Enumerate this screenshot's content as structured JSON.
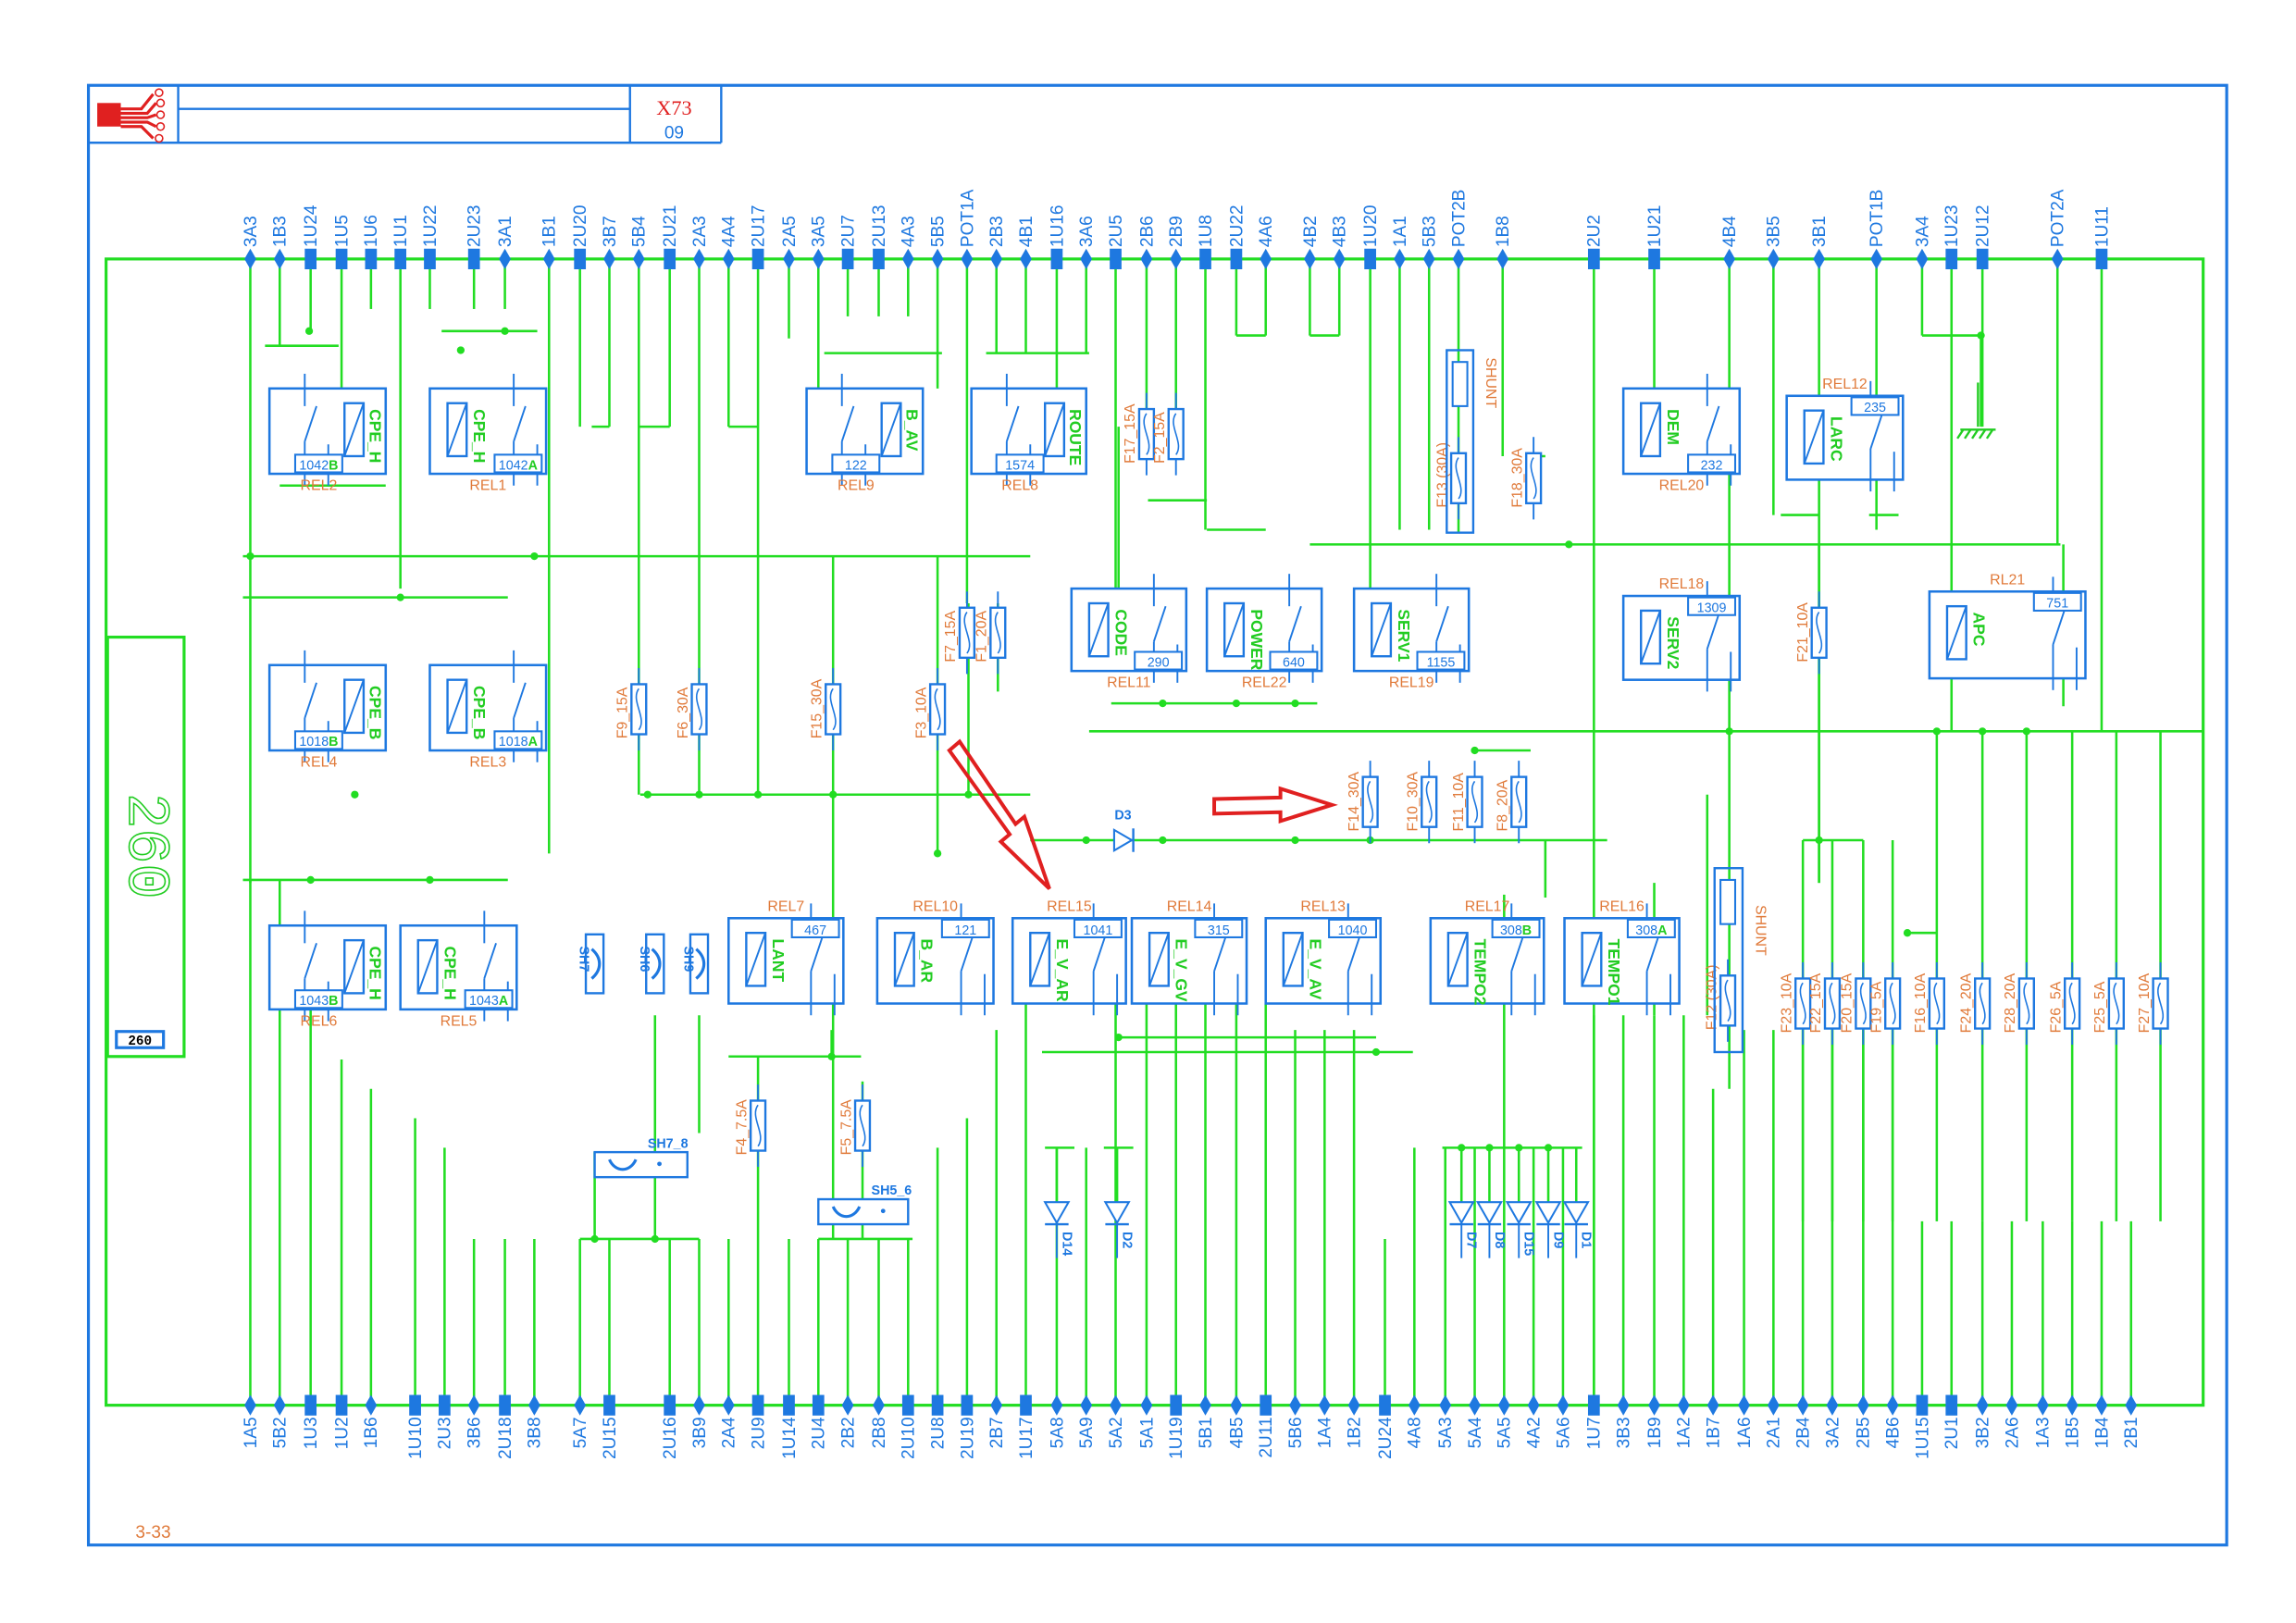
{
  "title_block": {
    "drawing_id": "X73",
    "revision": "09",
    "logo": "connector-harness-logo"
  },
  "frame": {
    "page_ref": "3-33"
  },
  "module": {
    "big_label": "260",
    "small_label": "260"
  },
  "connector_top_pins": [
    "3A3",
    "1B3",
    "1U24",
    "1U5",
    "1U6",
    "1U1",
    "1U22",
    "2U23",
    "3A1",
    "1B1",
    "2U20",
    "3B7",
    "5B4",
    "2U21",
    "2A3",
    "4A4",
    "2U17",
    "2A5",
    "3A5",
    "2U7",
    "2U13",
    "4A3",
    "5B5",
    "POT1A",
    "2B3",
    "4B1",
    "1U16",
    "3A6",
    "2U5",
    "2B6",
    "2B9",
    "1U8",
    "2U22",
    "4A6",
    "4B2",
    "4B3",
    "1U20",
    "1A1",
    "5B3",
    "POT2B",
    "1B8",
    "2U2",
    "1U21",
    "4B4",
    "3B5",
    "3B1",
    "POT1B",
    "3A4",
    "1U23",
    "2U12",
    "POT2A",
    "1U11"
  ],
  "connector_bottom_pins": [
    "1A5",
    "5B2",
    "1U3",
    "1U2",
    "1B6",
    "1U10",
    "2U3",
    "3B6",
    "2U18",
    "3B8",
    "5A7",
    "2U15",
    "2U16",
    "3B9",
    "2A4",
    "2U9",
    "1U14",
    "2U4",
    "2B2",
    "2B8",
    "2U10",
    "2U8",
    "2U19",
    "2B7",
    "1U17",
    "5A8",
    "5A9",
    "5A2",
    "5A1",
    "1U19",
    "5B1",
    "4B5",
    "2U11",
    "5B6",
    "1A4",
    "1B2",
    "2U24",
    "4A8",
    "5A3",
    "5A4",
    "5A5",
    "4A2",
    "5A6",
    "1U7",
    "3B3",
    "1B9",
    "1A2",
    "1B7",
    "1A6",
    "2A1",
    "2B4",
    "3A2",
    "2B5",
    "4B6",
    "1U15",
    "2U1",
    "3B2",
    "2A6",
    "1A3",
    "1B5",
    "1B4",
    "2B1"
  ],
  "relays": [
    {
      "name": "REL2",
      "function": "CPE_H",
      "code": "1042",
      "suffix": "B"
    },
    {
      "name": "REL1",
      "function": "CPE_H",
      "code": "1042",
      "suffix": "A"
    },
    {
      "name": "REL9",
      "function": "B_AV",
      "code": "122",
      "suffix": ""
    },
    {
      "name": "REL8",
      "function": "ROUTE",
      "code": "1574",
      "suffix": ""
    },
    {
      "name": "REL4",
      "function": "CPE_B",
      "code": "1018",
      "suffix": "B"
    },
    {
      "name": "REL3",
      "function": "CPE_B",
      "code": "1018",
      "suffix": "A"
    },
    {
      "name": "REL20",
      "function": "DEM",
      "code": "232",
      "suffix": ""
    },
    {
      "name": "REL12",
      "function": "LARC",
      "code": "235",
      "suffix": ""
    },
    {
      "name": "REL11",
      "function": "CODE",
      "code": "290",
      "suffix": ""
    },
    {
      "name": "REL22",
      "function": "POWER",
      "code": "640",
      "suffix": ""
    },
    {
      "name": "REL19",
      "function": "SERV1",
      "code": "1155",
      "suffix": ""
    },
    {
      "name": "REL18",
      "function": "SERV2",
      "code": "1309",
      "suffix": ""
    },
    {
      "name": "RL21",
      "function": "APC",
      "code": "751",
      "suffix": ""
    },
    {
      "name": "REL6",
      "function": "CPE_H",
      "code": "1043",
      "suffix": "B"
    },
    {
      "name": "REL5",
      "function": "CPE_H",
      "code": "1043",
      "suffix": "A"
    },
    {
      "name": "REL7",
      "function": "LANT",
      "code": "467",
      "suffix": ""
    },
    {
      "name": "REL10",
      "function": "B_AR",
      "code": "121",
      "suffix": ""
    },
    {
      "name": "REL15",
      "function": "E_V_AR",
      "code": "1041",
      "suffix": ""
    },
    {
      "name": "REL14",
      "function": "E_V_GV",
      "code": "315",
      "suffix": ""
    },
    {
      "name": "REL13",
      "function": "E_V_AV",
      "code": "1040",
      "suffix": ""
    },
    {
      "name": "REL17",
      "function": "TEMPO2",
      "code": "308",
      "suffix": "B"
    },
    {
      "name": "REL16",
      "function": "TEMPO1",
      "code": "308",
      "suffix": "A"
    }
  ],
  "fuses": [
    "F17_15A",
    "F2_15A",
    "F13 (30A)",
    "F18_30A",
    "F7_15A",
    "F1_20A",
    "F9_15A",
    "F6_30A",
    "F15_30A",
    "F3_10A",
    "F21_10A",
    "F14_30A",
    "F10_30A",
    "F11_10A",
    "F8_20A",
    "F12 (30A)",
    "F23_10A",
    "F22_15A",
    "F20_15A",
    "F19_5A",
    "F16_10A",
    "F24_20A",
    "F28_20A",
    "F26_5A",
    "F25_5A",
    "F27_10A",
    "F4_7.5A",
    "F5_7.5A"
  ],
  "shunt_labels": [
    "SHUNT",
    "SHUNT"
  ],
  "shunts": [
    "SH7",
    "SH6",
    "SH9",
    "SH7_8",
    "SH5_6"
  ],
  "diodes": [
    "D3",
    "D14",
    "D2",
    "D7",
    "D8",
    "D15",
    "D9",
    "D1"
  ],
  "colors": {
    "wire": "#22dd22",
    "component": "#1e78e0",
    "label": "#e07a3a",
    "function": "#22cc22",
    "highlight": "#e02020"
  }
}
